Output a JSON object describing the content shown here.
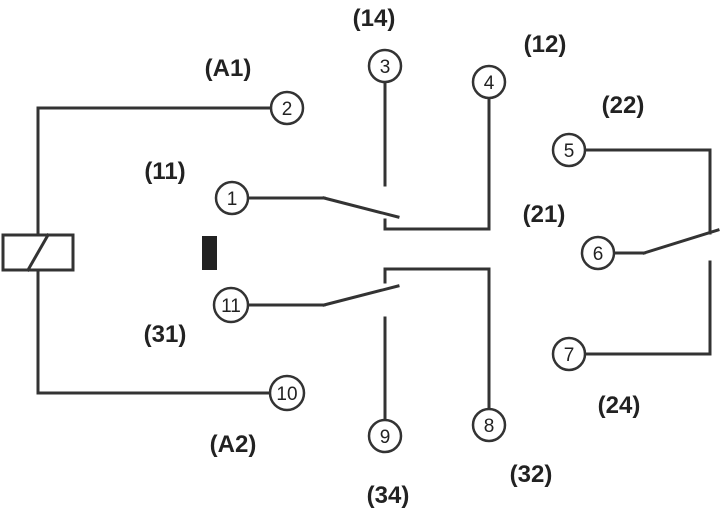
{
  "pins": {
    "p1": "1",
    "p2": "2",
    "p3": "3",
    "p4": "4",
    "p5": "5",
    "p6": "6",
    "p7": "7",
    "p8": "8",
    "p9": "9",
    "p10": "10",
    "p11": "11"
  },
  "codes": {
    "a1": "(A1)",
    "a2": "(A2)",
    "c11": "(11)",
    "c31": "(31)",
    "c14": "(14)",
    "c12": "(12)",
    "c22": "(22)",
    "c21": "(21)",
    "c24": "(24)",
    "c34": "(34)",
    "c32": "(32)"
  },
  "colors": {
    "line": "#333333",
    "background": "#ffffff",
    "marker": "#222222"
  }
}
